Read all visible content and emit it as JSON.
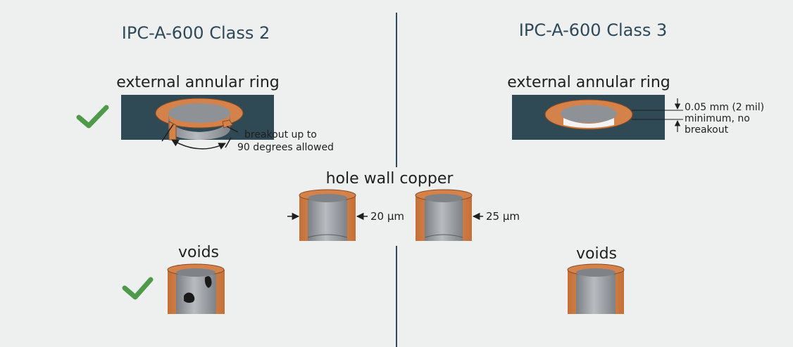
{
  "class2": {
    "title": "IPC-A-600 Class 2",
    "annular_label": "external annular ring",
    "breakout_note_1": "breakout up to",
    "breakout_note_2": "90 degrees allowed",
    "voids_label": "voids"
  },
  "class3": {
    "title": "IPC-A-600 Class 3",
    "annular_label": "external annular ring",
    "dim_note_1": "0.05 mm (2 mil)",
    "dim_note_2": "minimum, no",
    "dim_note_3": "breakout",
    "voids_label": "voids"
  },
  "hole_wall": {
    "title": "hole wall copper",
    "class2_thickness": "20 µm",
    "class3_thickness": "25 µm"
  },
  "colors": {
    "background": "#eef0ef",
    "board": "#2f4a55",
    "copper": "#d4824a",
    "copper_edge": "#8a4a22",
    "hole_wall": "#9a9ea2",
    "divider": "#2e4a5a",
    "check": "#4f9a4a",
    "void": "#1a1a1a"
  },
  "icons": [
    "checkmark-icon"
  ]
}
